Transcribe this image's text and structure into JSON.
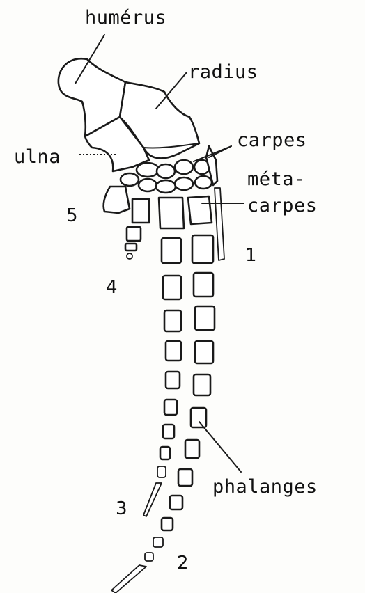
{
  "labels": {
    "humerus": "humérus",
    "radius": "radius",
    "ulna": "ulna",
    "carpes": "carpes",
    "meta_line1": "méta-",
    "meta_line2": "carpes",
    "phalanges": "phalanges"
  },
  "digits": {
    "d1": "1",
    "d2": "2",
    "d3": "3",
    "d4": "4",
    "d5": "5"
  }
}
